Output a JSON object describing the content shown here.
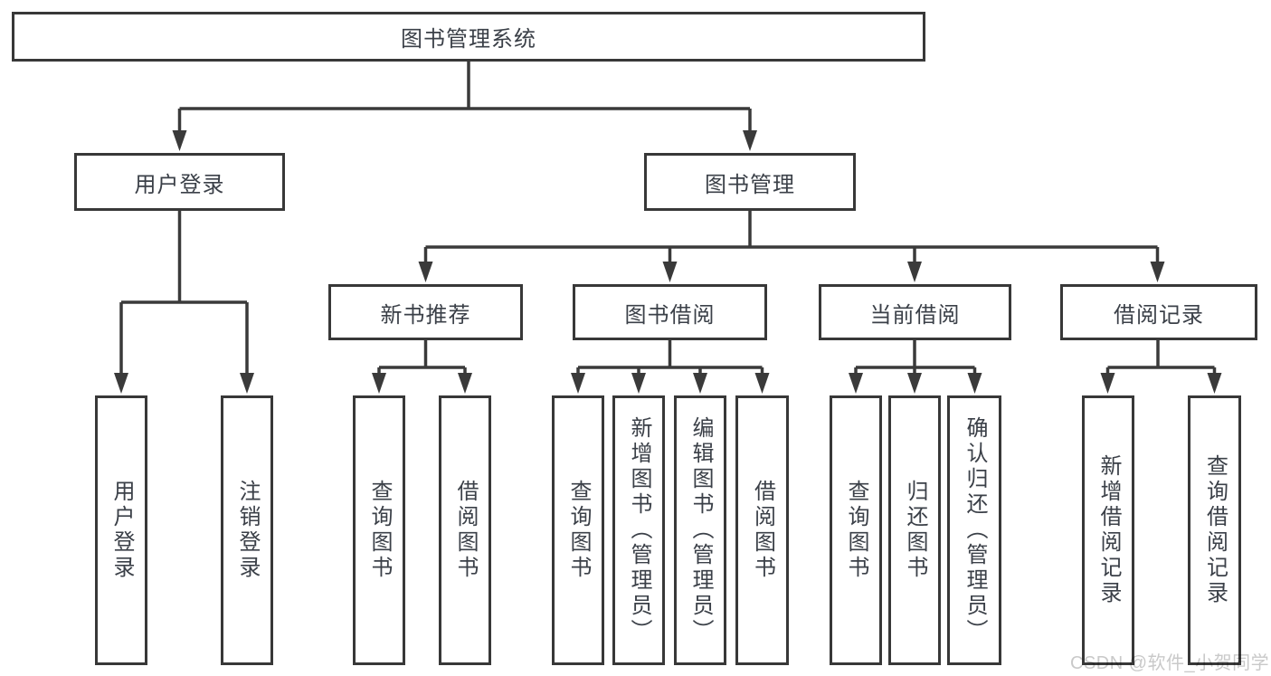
{
  "tree": {
    "root": "图书管理系统",
    "level2": [
      {
        "label": "用户登录"
      },
      {
        "label": "图书管理"
      }
    ],
    "level3": [
      {
        "label": "新书推荐",
        "parent": "图书管理"
      },
      {
        "label": "图书借阅",
        "parent": "图书管理"
      },
      {
        "label": "当前借阅",
        "parent": "图书管理"
      },
      {
        "label": "借阅记录",
        "parent": "图书管理"
      }
    ],
    "level4": [
      {
        "label": "用户登录",
        "parent": "用户登录"
      },
      {
        "label": "注销登录",
        "parent": "用户登录"
      },
      {
        "label": "查询图书",
        "parent": "新书推荐"
      },
      {
        "label": "借阅图书",
        "parent": "新书推荐"
      },
      {
        "label": "查询图书",
        "parent": "图书借阅"
      },
      {
        "label": "新增图书（管理员）",
        "parent": "图书借阅"
      },
      {
        "label": "编辑图书（管理员）",
        "parent": "图书借阅"
      },
      {
        "label": "借阅图书",
        "parent": "图书借阅"
      },
      {
        "label": "查询图书",
        "parent": "当前借阅"
      },
      {
        "label": "归还图书",
        "parent": "当前借阅"
      },
      {
        "label": "确认归还（管理员）",
        "parent": "当前借阅"
      },
      {
        "label": "新增借阅记录",
        "parent": "借阅记录"
      },
      {
        "label": "查询借阅记录",
        "parent": "借阅记录"
      }
    ]
  },
  "watermark": {
    "text": "CSDN @软件_小贺同学"
  },
  "colors": {
    "line": "#3a3a3a",
    "box_border": "#383838",
    "text": "#3b4048",
    "watermark": "#c9c9c9",
    "background": "#ffffff"
  }
}
